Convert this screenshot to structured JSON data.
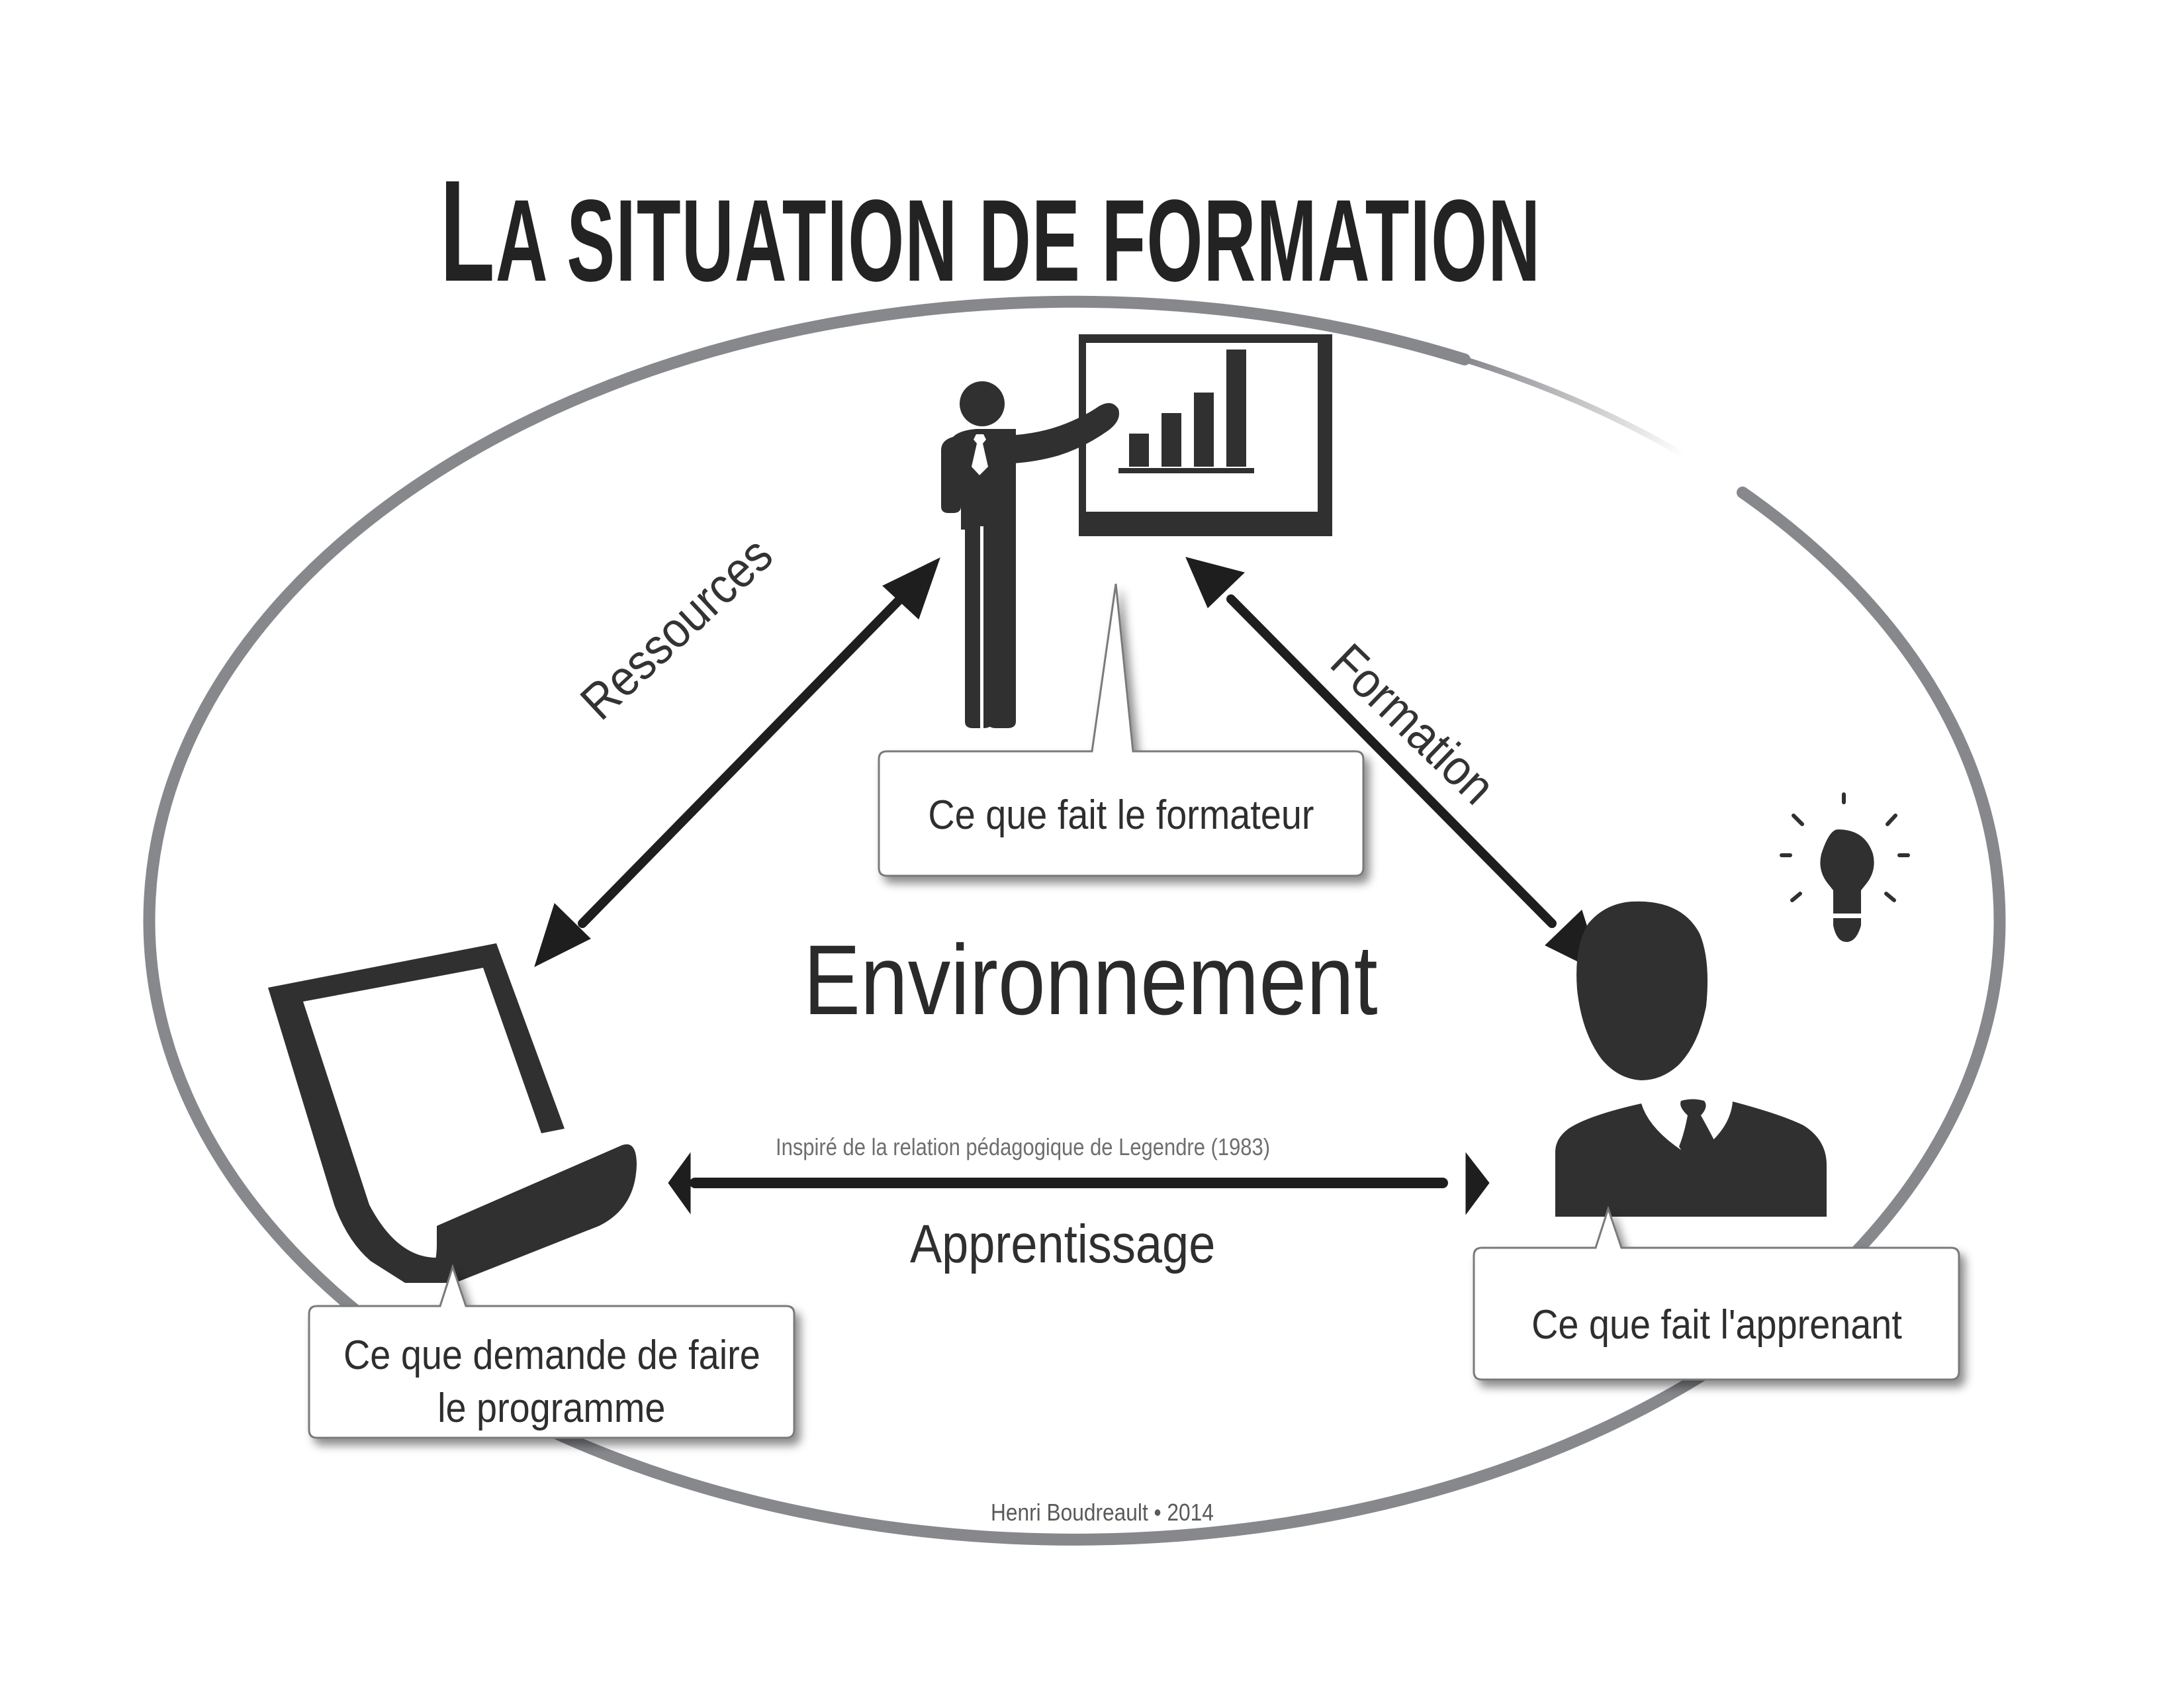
{
  "title": {
    "first_letter": "L",
    "rest_first_word": "A",
    "rest": " SITUATION DE FORMATION"
  },
  "center_label": "Environnement",
  "relations": {
    "left": "Ressources",
    "right": "Formation",
    "bottom": "Apprentissage"
  },
  "credit_note": "Inspiré de la relation pédagogique de Legendre (1983)",
  "author": "Henri Boudreault • 2014",
  "callouts": {
    "formateur": "Ce que fait le formateur",
    "apprenant": "Ce que fait l'apprenant",
    "programme_line1": "Ce que demande de faire",
    "programme_line2": "le programme"
  },
  "icons": {
    "trainer": "presenter-with-chart-icon",
    "learner": "person-with-lightbulb-icon",
    "program": "document-page-icon"
  },
  "colors": {
    "ellipse": "#86888c",
    "icon": "#303030",
    "arrow": "#1e1e1e",
    "callout_border": "#7a7a7a"
  }
}
